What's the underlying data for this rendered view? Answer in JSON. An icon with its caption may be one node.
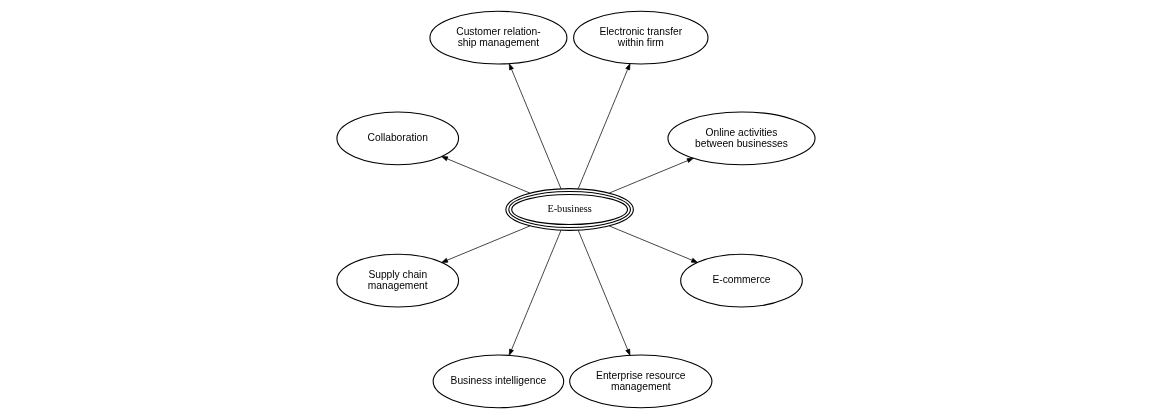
{
  "diagram": {
    "nodes": [
      {
        "text": [
          "Online activities between businesses"
        ]
      },
      {
        "text": [
          "Electronic transfer within firm"
        ]
      },
      {
        "text": [
          "Customer relation- ship management"
        ]
      },
      {
        "text": [
          "Collaboration"
        ]
      },
      {
        "text": [
          "E-business"
        ]
      },
      {
        "text": [
          "Supply chain management"
        ]
      },
      {
        "text": [
          "Business intelligence"
        ]
      },
      {
        "text": [
          "Enterprise resource management"
        ]
      },
      {
        "text": [
          "E-commerce"
        ]
      }
    ],
    "edges": [
      {
        "from": 4,
        "to": 0,
        "arrow": "to"
      },
      {
        "from": 4,
        "to": 2,
        "arrow": "to"
      },
      {
        "from": 4,
        "to": 5,
        "arrow": "to"
      },
      {
        "from": 4,
        "to": 7,
        "arrow": "to"
      },
      {
        "from": 4,
        "to": 8,
        "arrow": "to"
      },
      {
        "from": 4,
        "to": 6,
        "arrow": "to"
      },
      {
        "from": 4,
        "to": 3,
        "arrow": "to"
      },
      {
        "from": 4,
        "to": 1,
        "arrow": "to"
      }
    ]
  }
}
